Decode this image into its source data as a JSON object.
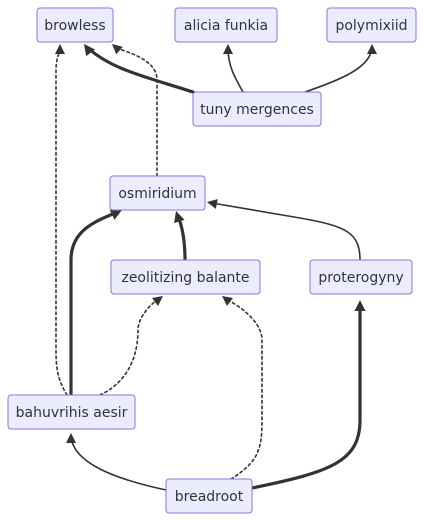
{
  "diagram": {
    "type": "flowchart",
    "nodes": [
      {
        "id": "browless",
        "label": "browless"
      },
      {
        "id": "alicia",
        "label": "alicia funkia"
      },
      {
        "id": "polymixiid",
        "label": "polymixiid"
      },
      {
        "id": "tuny",
        "label": "tuny mergences"
      },
      {
        "id": "osmiridium",
        "label": "osmiridium"
      },
      {
        "id": "zeolitizing",
        "label": "zeolitizing balante"
      },
      {
        "id": "proterogyny",
        "label": "proterogyny"
      },
      {
        "id": "bahuvrihis",
        "label": "bahuvrihis aesir"
      },
      {
        "id": "breadroot",
        "label": "breadroot"
      }
    ],
    "edges": [
      {
        "from": "tuny",
        "to": "browless",
        "style": "thick"
      },
      {
        "from": "tuny",
        "to": "alicia",
        "style": "normal"
      },
      {
        "from": "tuny",
        "to": "polymixiid",
        "style": "normal"
      },
      {
        "from": "osmiridium",
        "to": "browless",
        "style": "dotted"
      },
      {
        "from": "bahuvrihis",
        "to": "browless",
        "style": "dotted"
      },
      {
        "from": "zeolitizing",
        "to": "osmiridium",
        "style": "thick"
      },
      {
        "from": "proterogyny",
        "to": "osmiridium",
        "style": "normal"
      },
      {
        "from": "bahuvrihis",
        "to": "osmiridium",
        "style": "thick"
      },
      {
        "from": "bahuvrihis",
        "to": "zeolitizing",
        "style": "dotted"
      },
      {
        "from": "breadroot",
        "to": "zeolitizing",
        "style": "dotted"
      },
      {
        "from": "breadroot",
        "to": "bahuvrihis",
        "style": "normal"
      },
      {
        "from": "breadroot",
        "to": "proterogyny",
        "style": "thick"
      }
    ],
    "colors": {
      "node_fill": "#ececff",
      "node_border": "#9370db",
      "edge": "#333333",
      "text": "#333333"
    }
  }
}
